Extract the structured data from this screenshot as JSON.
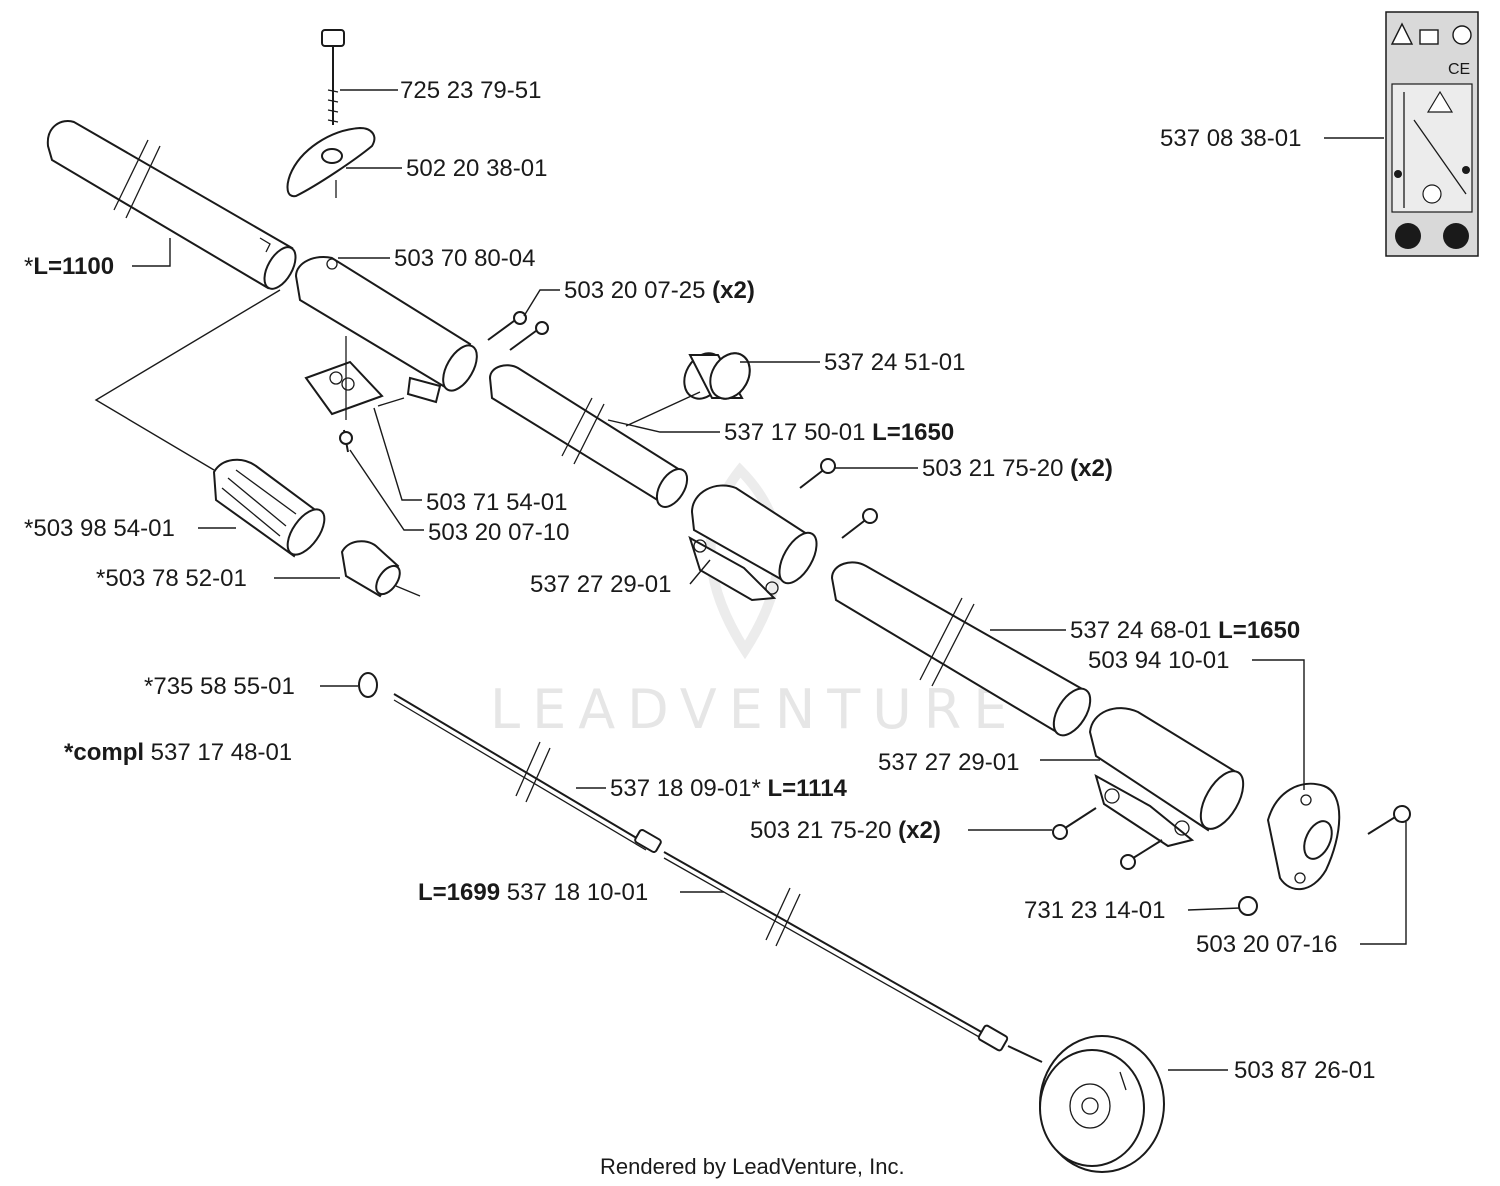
{
  "watermark": "LEADVENTURE",
  "footer": "Rendered by LeadVenture, Inc.",
  "labels": {
    "p1": {
      "num": "725 23 79-51",
      "bold": ""
    },
    "p2": {
      "num": "502 20 38-01",
      "bold": ""
    },
    "p3": {
      "prefix": "*",
      "num": "",
      "bold": "L=1100"
    },
    "p4": {
      "num": "503 70 80-04",
      "bold": ""
    },
    "p5": {
      "num": "503 20 07-25",
      "bold": "(x2)"
    },
    "p6": {
      "num": "537 24 51-01",
      "bold": ""
    },
    "p7": {
      "num": "537 17 50-01",
      "bold": "L=1650"
    },
    "p8": {
      "num": "503 21 75-20",
      "bold": "(x2)"
    },
    "p9": {
      "num": "503 71 54-01",
      "bold": ""
    },
    "p10": {
      "num": "503 20 07-10",
      "bold": ""
    },
    "p11": {
      "num": "*503 98 54-01",
      "bold": ""
    },
    "p12": {
      "num": "*503 78 52-01",
      "bold": ""
    },
    "p13": {
      "num": "537 27 29-01",
      "bold": ""
    },
    "p14": {
      "num": "537 24 68-01",
      "bold": "L=1650"
    },
    "p15": {
      "num": "503 94 10-01",
      "bold": ""
    },
    "p16": {
      "num": "*735 58 55-01",
      "bold": ""
    },
    "p17": {
      "bold": "*compl",
      "num": " 537 17 48-01"
    },
    "p18": {
      "num": "537 27 29-01",
      "bold": ""
    },
    "p19": {
      "num": "537 18 09-01*",
      "bold": "L=1114"
    },
    "p20": {
      "num": "503 21 75-20",
      "bold": "(x2)"
    },
    "p21": {
      "bold": "L=1699",
      "num": " 537 18 10-01"
    },
    "p22": {
      "num": "731 23 14-01",
      "bold": ""
    },
    "p23": {
      "num": "503 20 07-16",
      "bold": ""
    },
    "p24": {
      "num": "503 87 26-01",
      "bold": ""
    },
    "p25": {
      "num": "537 08 38-01",
      "bold": ""
    }
  },
  "decal": {
    "mark": "CE"
  },
  "colors": {
    "ink": "#1a1a1a",
    "decal_bg": "#d9d9d9",
    "watermark": "#e6e6e6"
  }
}
